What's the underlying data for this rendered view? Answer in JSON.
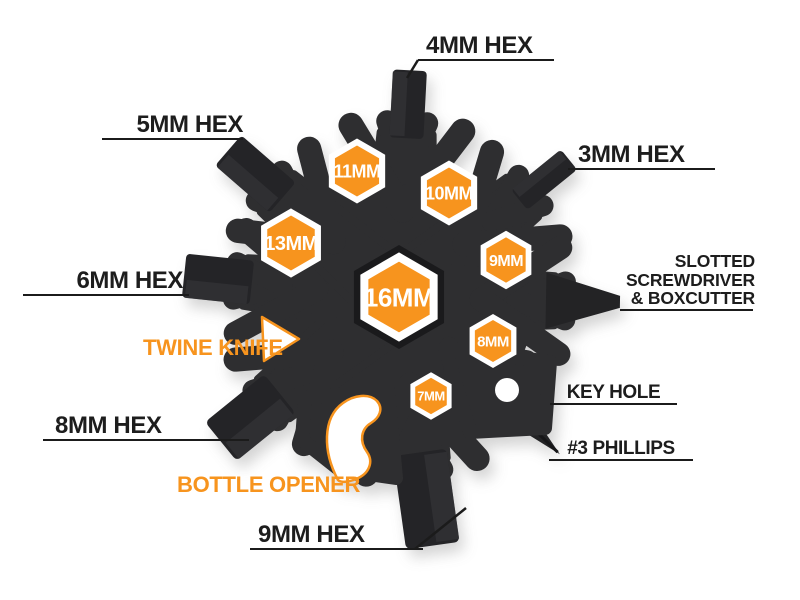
{
  "diagram": {
    "product": "snowflake-multi-tool-feature-diagram",
    "colors": {
      "accent_orange": "#F7941E",
      "tool_body": "#2E2E30",
      "tool_bits": "#242427",
      "label_text": "#1D1D1D",
      "badge_text": "#FFFFFF",
      "background": "#FFFFFF"
    },
    "callouts": {
      "hex_4mm": "4MM HEX",
      "hex_5mm": "5MM HEX",
      "hex_3mm": "3MM HEX",
      "hex_6mm": "6MM HEX",
      "hex_8mm": "8MM HEX",
      "hex_9mm": "9MM HEX",
      "slotted": {
        "line1": "SLOTTED",
        "line2": "SCREWDRIVER",
        "line3": "& BOXCUTTER"
      },
      "key_hole": "KEY HOLE",
      "phillips": "#3 PHILLIPS",
      "twine_knife": "TWINE KNIFE",
      "bottle_opener": "BOTTLE OPENER"
    },
    "badges": [
      {
        "label": "16MM"
      },
      {
        "label": "13MM"
      },
      {
        "label": "11MM"
      },
      {
        "label": "10MM"
      },
      {
        "label": "9MM"
      },
      {
        "label": "8MM"
      },
      {
        "label": "7MM"
      }
    ]
  }
}
